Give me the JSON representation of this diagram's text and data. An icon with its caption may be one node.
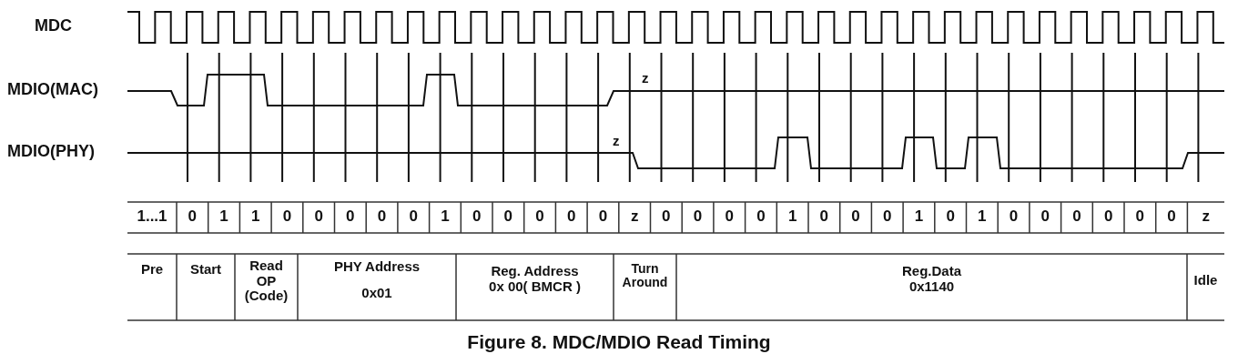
{
  "diagram": {
    "caption": "Figure 8. MDC/MDIO Read Timing",
    "labels": [
      "MDC",
      "MDIO(MAC)",
      "z",
      "MDIO(PHY)",
      "z",
      "1...1",
      "0",
      "1",
      "1",
      "0",
      "0",
      "0",
      "0",
      "0",
      "1",
      "0",
      "0",
      "0",
      "0",
      "0",
      "z",
      "0",
      "0",
      "0",
      "0",
      "1",
      "0",
      "0",
      "0",
      "1",
      "0",
      "1",
      "0",
      "0",
      "0",
      "0",
      "0",
      "0",
      "z",
      "Pre",
      "Start",
      "Read OP (Code)",
      "PHY Address",
      "0x01",
      "Reg. Address",
      "0x 00( BMCR )",
      "Turn Around",
      "Reg.Data",
      "0x1140",
      "Idle"
    ]
  }
}
